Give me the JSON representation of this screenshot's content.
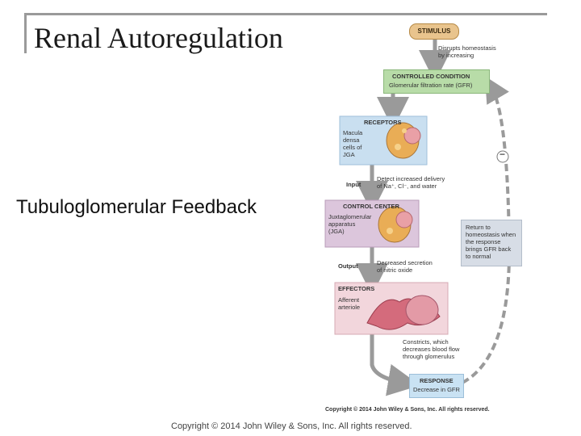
{
  "slide": {
    "title": "Renal Autoregulation",
    "subtitle": "Tubuloglomerular Feedback",
    "footer": "Copyright © 2014 John Wiley & Sons, Inc. All rights reserved."
  },
  "figure": {
    "stimulus": "STIMULUS",
    "stimulus_note_1": "Disrupts homeostasis",
    "stimulus_note_2": "by increasing",
    "controlled_condition": "CONTROLLED CONDITION",
    "controlled_condition_value": "Glomerular filtration rate (GFR)",
    "receptors": "RECEPTORS",
    "receptors_label_1": "Macula",
    "receptors_label_2": "densa",
    "receptors_label_3": "cells of",
    "receptors_label_4": "JGA",
    "input": "Input",
    "input_note_1": "Detect increased delivery",
    "input_note_2": "of Na⁺, Cl⁻, and water",
    "control_center": "CONTROL CENTER",
    "control_center_label_1": "Juxtaglomerular",
    "control_center_label_2": "apparatus",
    "control_center_label_3": "(JGA)",
    "output": "Output",
    "output_note_1": "Decreased secretion",
    "output_note_2": "of nitric oxide",
    "effectors": "EFFECTORS",
    "effectors_label_1": "Afferent",
    "effectors_label_2": "arteriole",
    "effectors_note_1": "Constricts, which",
    "effectors_note_2": "decreases blood flow",
    "effectors_note_3": "through glomerulus",
    "response": "RESPONSE",
    "response_value": "Decrease in GFR",
    "return_1": "Return to",
    "return_2": "homeostasis when",
    "return_3": "the response",
    "return_4": "brings GFR back",
    "return_5": "to normal",
    "feedback_sign": "−",
    "figure_copyright": "Copyright © 2014 John Wiley & Sons, Inc. All rights reserved."
  },
  "colors": {
    "stimulus": "#e9c48d",
    "controlled_condition": "#b8dca8",
    "receptors": "#c9dff0",
    "control_center": "#dcc6dc",
    "effectors": "#f2d6dc",
    "response": "#c9e2f3",
    "return": "#d7dde6",
    "arrow": "#9a9a9a"
  }
}
